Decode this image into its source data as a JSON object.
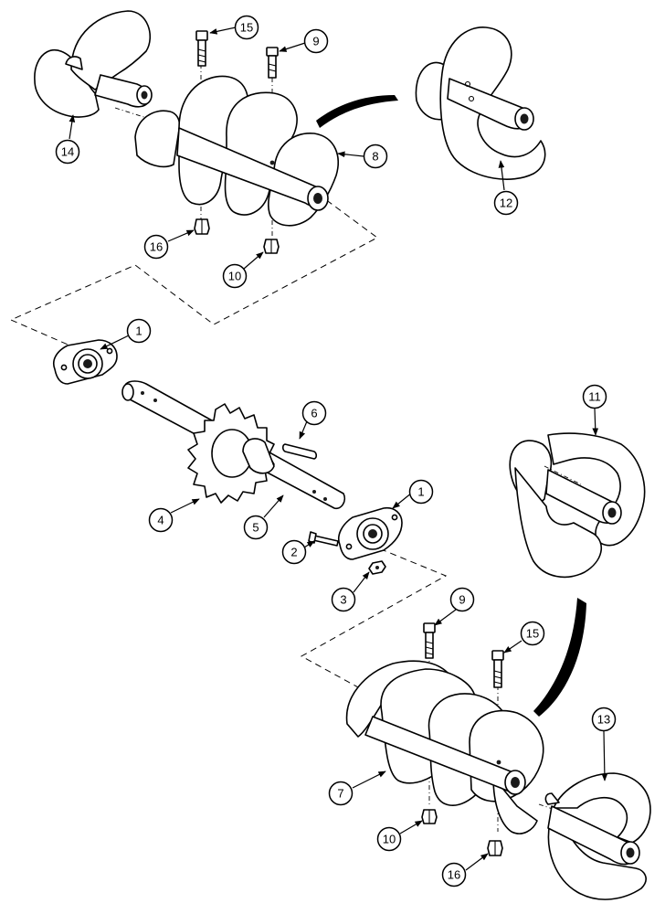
{
  "callouts": [
    {
      "id": "c14a",
      "label": "14"
    },
    {
      "id": "c15a",
      "label": "15"
    },
    {
      "id": "c9a",
      "label": "9"
    },
    {
      "id": "c8",
      "label": "8"
    },
    {
      "id": "c12",
      "label": "12"
    },
    {
      "id": "c16a",
      "label": "16"
    },
    {
      "id": "c10a",
      "label": "10"
    },
    {
      "id": "c1a",
      "label": "1"
    },
    {
      "id": "c6",
      "label": "6"
    },
    {
      "id": "c1b",
      "label": "1"
    },
    {
      "id": "c4",
      "label": "4"
    },
    {
      "id": "c5",
      "label": "5"
    },
    {
      "id": "c2",
      "label": "2"
    },
    {
      "id": "c3",
      "label": "3"
    },
    {
      "id": "c11",
      "label": "11"
    },
    {
      "id": "c9b",
      "label": "9"
    },
    {
      "id": "c15b",
      "label": "15"
    },
    {
      "id": "c7",
      "label": "7"
    },
    {
      "id": "c13",
      "label": "13"
    },
    {
      "id": "c10b",
      "label": "10"
    },
    {
      "id": "c16b",
      "label": "16"
    }
  ]
}
